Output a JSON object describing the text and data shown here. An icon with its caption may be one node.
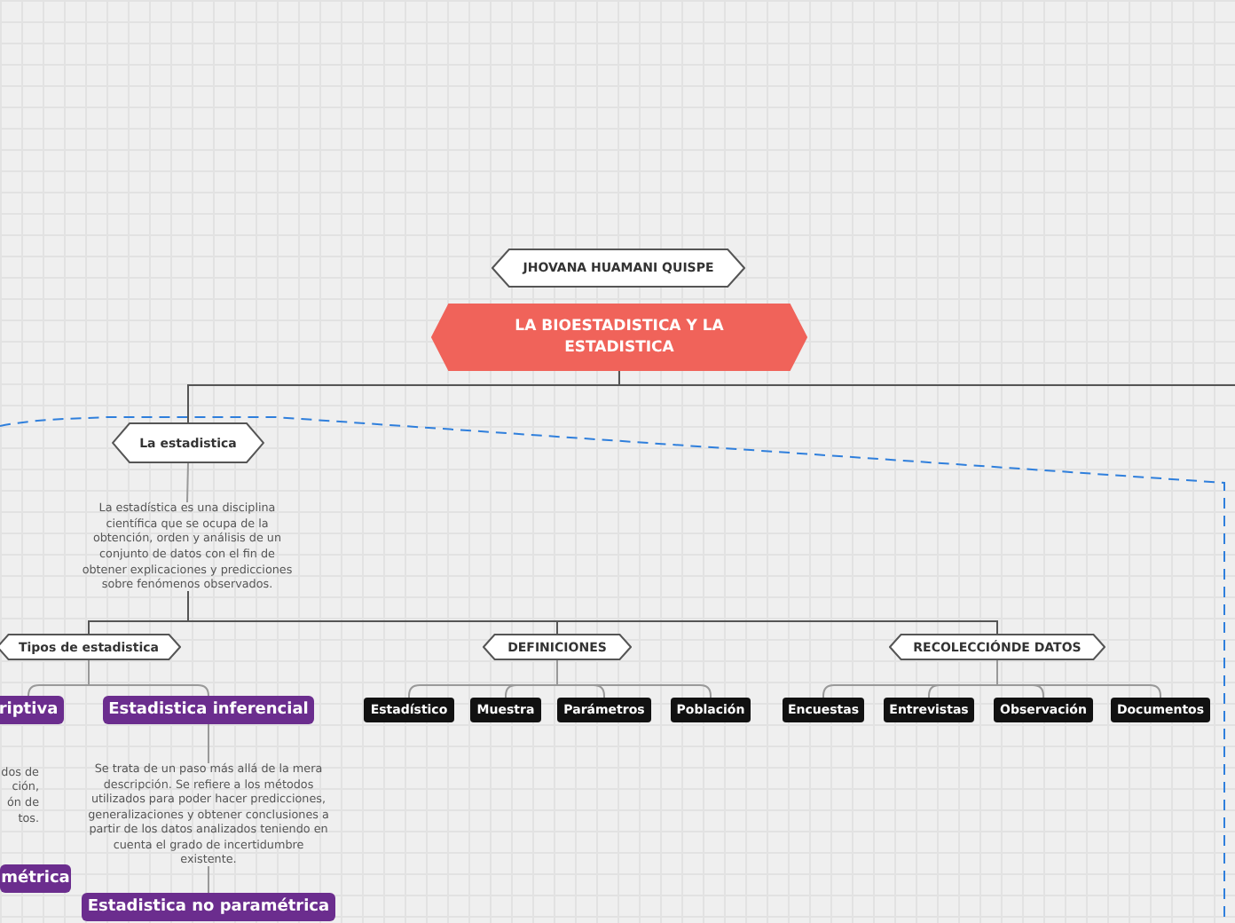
{
  "diagram": {
    "nodes": [
      {
        "text": [
          "JHOVANA HUAMANI QUISPE"
        ]
      },
      {
        "text": [
          "LA BIOESTADISTICA Y LA ESTADISTICA"
        ]
      },
      {
        "text": [
          "La estadistica"
        ]
      },
      {
        "text": [
          "La estadística es una disciplina científica que se ocupa de la obtención, orden y análisis de un conjunto de datos con el fin de obtener explicaciones y predicciones sobre fenómenos observados."
        ]
      },
      {
        "text": [
          "Tipos de estadistica"
        ]
      },
      {
        "text": [
          "DEFINICIONES"
        ]
      },
      {
        "text": [
          "RECOLECCIÓNDE DATOS"
        ]
      },
      {
        "text": [
          "riptiva"
        ]
      },
      {
        "text": [
          "Estadistica inferencial"
        ]
      },
      {
        "text": [
          "dos de ción, ón de tos."
        ]
      },
      {
        "text": [
          "métrica"
        ]
      },
      {
        "text": [
          "Se trata de un paso más allá de la mera descripción. Se refiere a los métodos utilizados para poder hacer predicciones, generalizaciones y obtener conclusiones a partir de los datos analizados teniendo en cuenta el grado de incertidumbre existente."
        ]
      },
      {
        "text": [
          "Estadistica no paramétrica"
        ]
      },
      {
        "text": [
          "Estadístico"
        ]
      },
      {
        "text": [
          "Muestra"
        ]
      },
      {
        "text": [
          "Parámetros"
        ]
      },
      {
        "text": [
          "Población"
        ]
      },
      {
        "text": [
          "Encuestas"
        ]
      },
      {
        "text": [
          "Entrevistas"
        ]
      },
      {
        "text": [
          "Observación"
        ]
      },
      {
        "text": [
          "Documentos"
        ]
      }
    ],
    "edges": [
      {
        "from": 1,
        "to": 2,
        "arrow": "none"
      },
      {
        "from": 1,
        "to": null,
        "arrow": "none"
      },
      {
        "from": 2,
        "to": 3,
        "arrow": "none"
      },
      {
        "from": 3,
        "to": 4,
        "arrow": "none"
      },
      {
        "from": 3,
        "to": 5,
        "arrow": "none"
      },
      {
        "from": 3,
        "to": 6,
        "arrow": "none"
      },
      {
        "from": 4,
        "to": 7,
        "arrow": "none"
      },
      {
        "from": 4,
        "to": 8,
        "arrow": "none"
      },
      {
        "from": 8,
        "to": 11,
        "arrow": "none"
      },
      {
        "from": 11,
        "to": 12,
        "arrow": "none"
      },
      {
        "from": 5,
        "to": 13,
        "arrow": "none"
      },
      {
        "from": 5,
        "to": 14,
        "arrow": "none"
      },
      {
        "from": 5,
        "to": 15,
        "arrow": "none"
      },
      {
        "from": 5,
        "to": 16,
        "arrow": "none"
      },
      {
        "from": 6,
        "to": 17,
        "arrow": "none"
      },
      {
        "from": 6,
        "to": 18,
        "arrow": "none"
      },
      {
        "from": 6,
        "to": 19,
        "arrow": "none"
      },
      {
        "from": 6,
        "to": 20,
        "arrow": "none"
      }
    ]
  }
}
